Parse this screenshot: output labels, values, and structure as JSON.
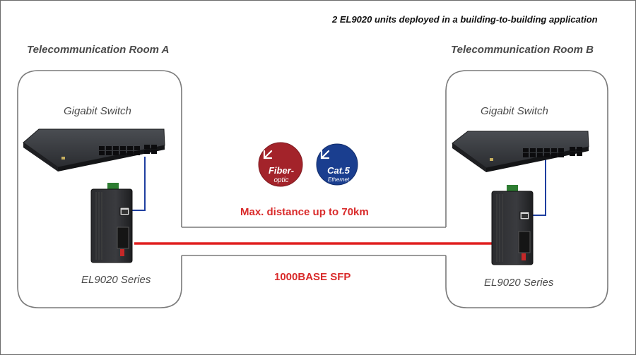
{
  "caption": "2 EL9020 units deployed in a building-to-building application",
  "rooms": [
    {
      "title": "Telecommunication Room A",
      "switch_label": "Gigabit Switch",
      "device_label": "EL9020 Series"
    },
    {
      "title": "Telecommunication Room B",
      "switch_label": "Gigabit Switch",
      "device_label": "EL9020 Series"
    }
  ],
  "link": {
    "distance_label": "Max. distance up to 70km",
    "sfp_label": "1000BASE SFP"
  },
  "legend": {
    "fiber": {
      "line1": "Fiber-",
      "line2": "optic",
      "color": "#a3232a"
    },
    "cat5": {
      "line1": "Cat.5",
      "line2": "Ethernet",
      "color": "#1a3e8f"
    }
  },
  "colors": {
    "fiber_line": "#e02020",
    "ethernet_line": "#1f3fa0",
    "frame": "#777777",
    "label_red": "#d92b2b"
  }
}
